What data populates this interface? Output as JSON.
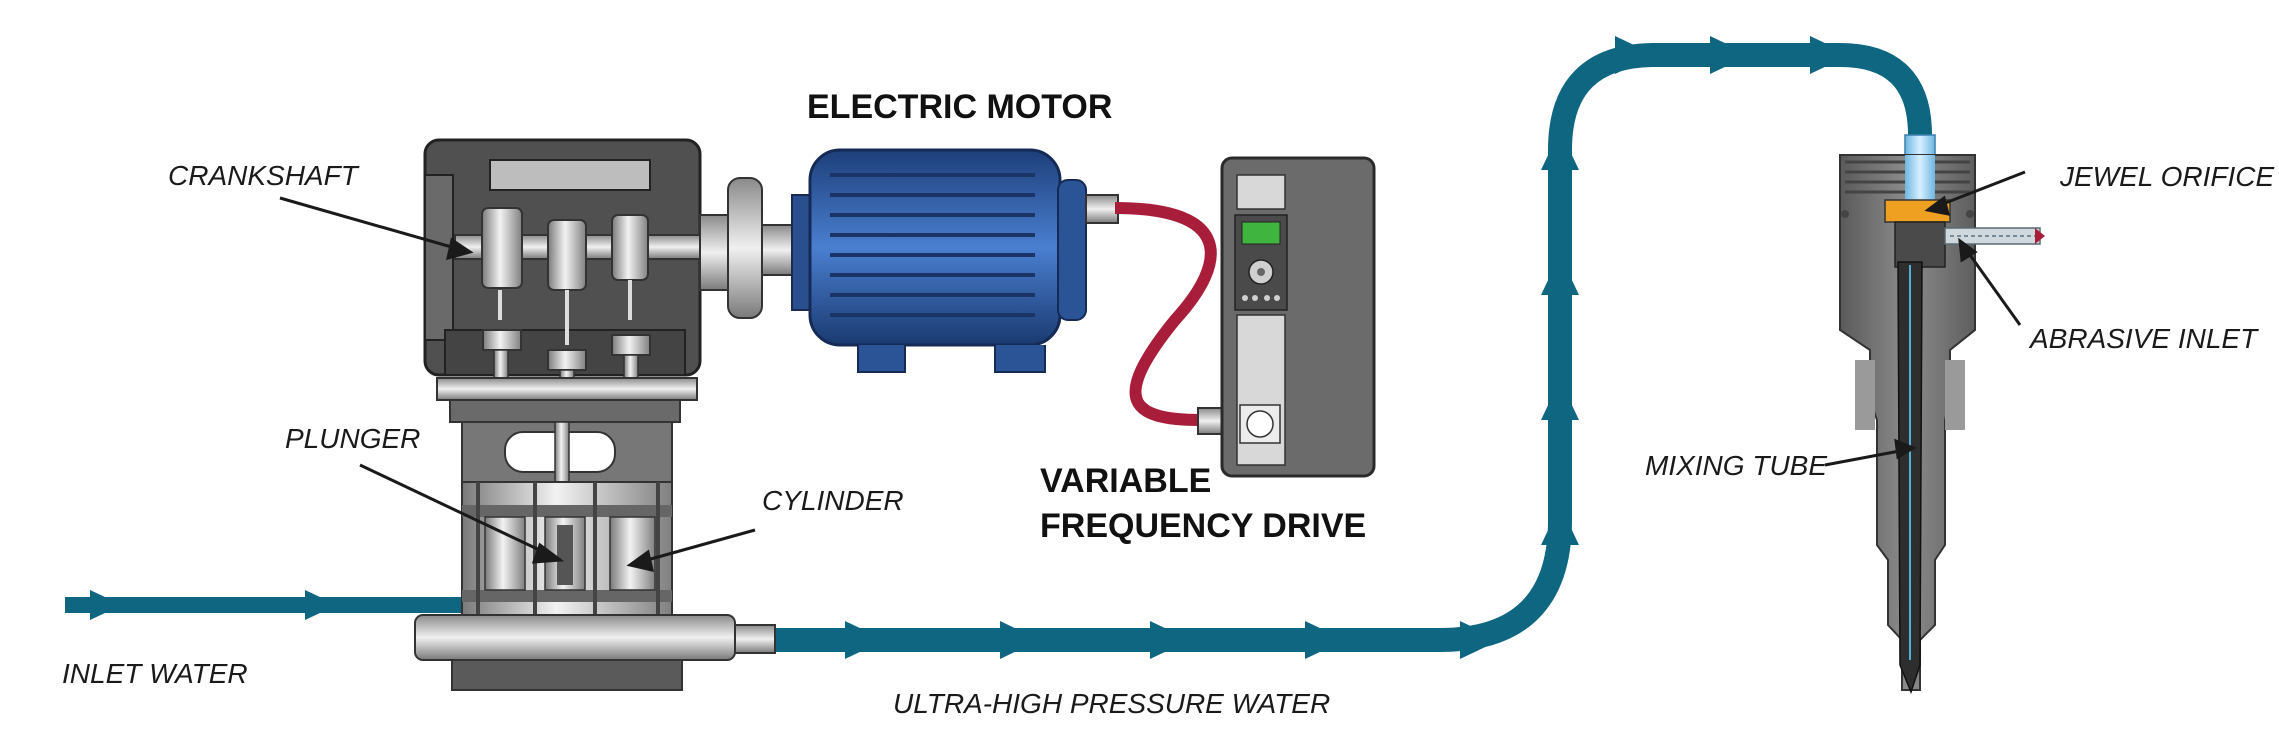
{
  "labels": {
    "electric_motor": "ELECTRIC MOTOR",
    "vfd_line1": "VARIABLE",
    "vfd_line2": "FREQUENCY DRIVE",
    "crankshaft": "CRANKSHAFT",
    "plunger": "PLUNGER",
    "cylinder": "CYLINDER",
    "inlet_water": "INLET WATER",
    "uhp_water": "ULTRA-HIGH PRESSURE WATER",
    "jewel_orifice": "JEWEL ORIFICE",
    "abrasive_inlet": "ABRASIVE INLET",
    "mixing_tube": "MIXING TUBE"
  },
  "colors": {
    "pipe": "#0e6680",
    "motor": "#2d5aa0",
    "cable": "#a81d3a",
    "pump_dark": "#4a4a4a",
    "drive": "#6b6b6b",
    "orifice": "#f0a020",
    "vfd_screen": "#3fb540"
  },
  "icons": {
    "flow_arrow": "triangle-arrow",
    "vfd_keypad": "keypad-icon"
  }
}
